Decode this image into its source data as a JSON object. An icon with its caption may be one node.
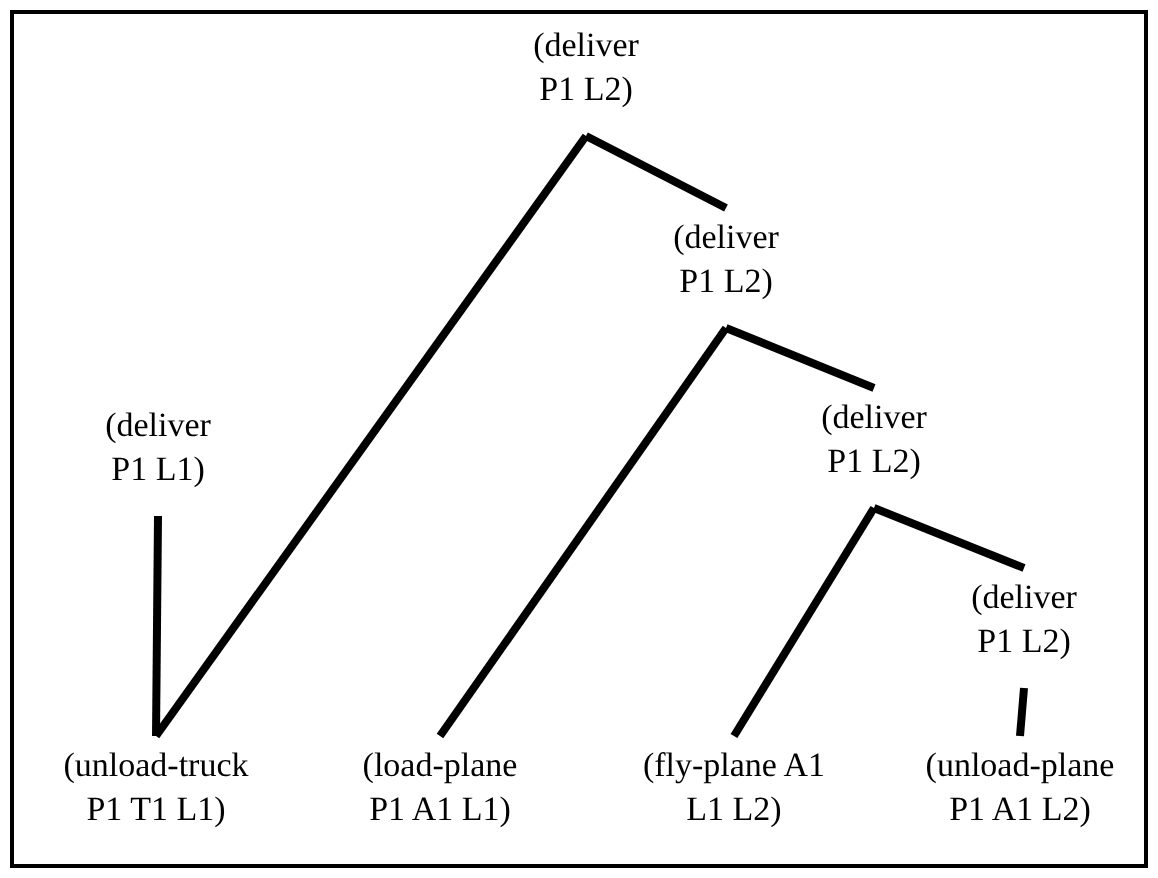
{
  "diagram": {
    "nodes": [
      {
        "text": [
          "(deliver P1 L2)"
        ]
      },
      {
        "text": [
          "(deliver P1 L2)"
        ]
      },
      {
        "text": [
          "(deliver P1 L2)"
        ]
      },
      {
        "text": [
          "(deliver P1 L1)"
        ]
      },
      {
        "text": [
          "(deliver P1 L2)"
        ]
      },
      {
        "text": [
          "(unload-truck P1 T1 L1)"
        ]
      },
      {
        "text": [
          "(load-plane P1 A1 L1)"
        ]
      },
      {
        "text": [
          "(fly-plane A1 L1 L2)"
        ]
      },
      {
        "text": [
          "(unload-plane P1 A1 L2)"
        ]
      }
    ],
    "edges": [
      {
        "from": 0,
        "to": 5,
        "arrow": "none"
      },
      {
        "from": 0,
        "to": 1,
        "arrow": "none"
      },
      {
        "from": 3,
        "to": 5,
        "arrow": "none"
      },
      {
        "from": 1,
        "to": 6,
        "arrow": "none"
      },
      {
        "from": 1,
        "to": 2,
        "arrow": "none"
      },
      {
        "from": 2,
        "to": 7,
        "arrow": "none"
      },
      {
        "from": 2,
        "to": 4,
        "arrow": "none"
      },
      {
        "from": 4,
        "to": 8,
        "arrow": "none"
      }
    ]
  }
}
